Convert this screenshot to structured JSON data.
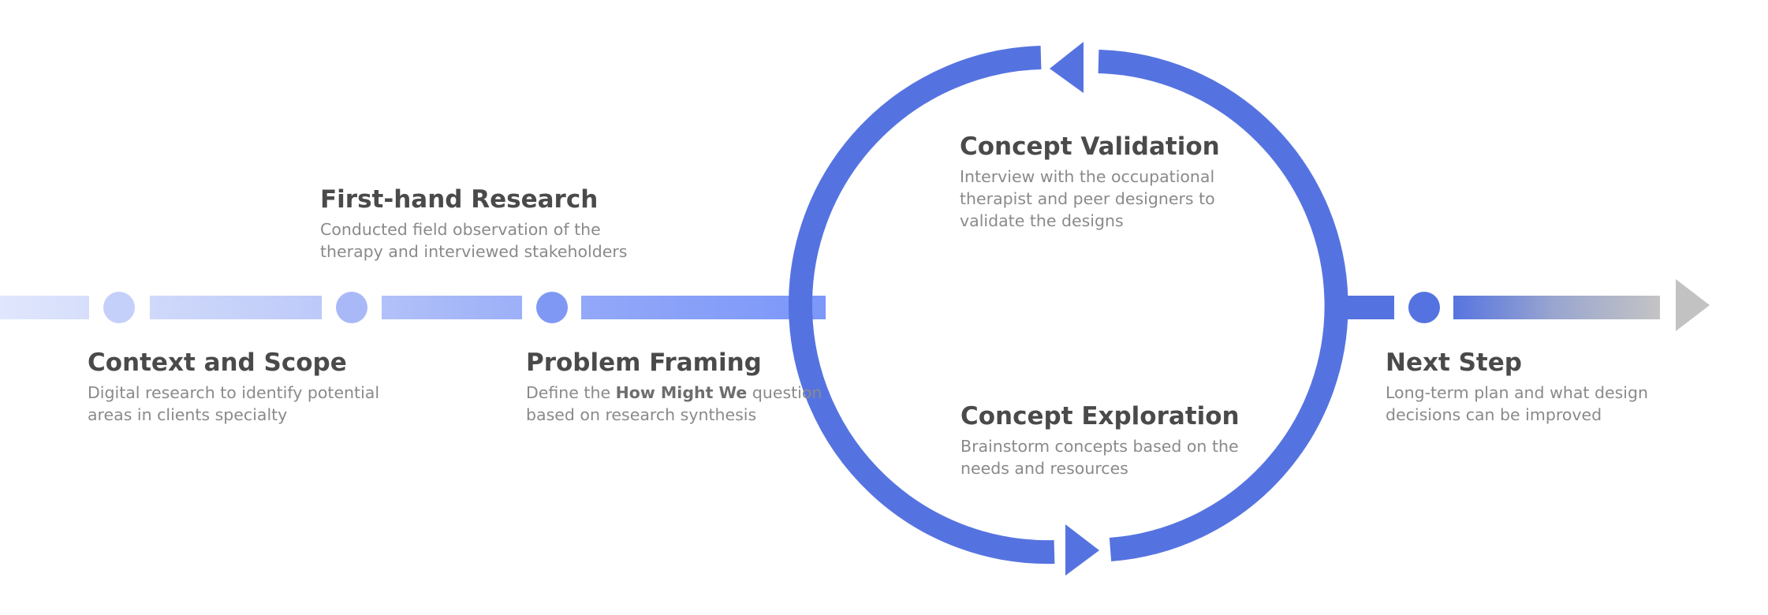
{
  "colors": {
    "accent": "#5573e0",
    "heading": "#4a4a4a",
    "body_text": "#8a8a8a",
    "end_arrow": "#c2c2c2"
  },
  "stages": {
    "context": {
      "title": "Context and Scope",
      "desc_line1": "Digital research to identify potential",
      "desc_line2": "areas in clients specialty"
    },
    "research": {
      "title": "First-hand Research",
      "desc_line1": "Conducted field observation of the",
      "desc_line2": "therapy and interviewed stakeholders"
    },
    "framing": {
      "title": "Problem Framing",
      "desc_pre": "Define the ",
      "desc_em": "How Might We",
      "desc_post": " question",
      "desc_line2": "based on research synthesis"
    },
    "validation": {
      "title": "Concept Validation",
      "desc_line1": "Interview with the occupational",
      "desc_line2": "therapist and peer designers to",
      "desc_line3": "validate the designs"
    },
    "exploration": {
      "title": "Concept Exploration",
      "desc_line1": "Brainstorm concepts based on the",
      "desc_line2": "needs and resources"
    },
    "next": {
      "title": "Next Step",
      "desc_line1": "Long-term plan and what design",
      "desc_line2": "decisions can be improved"
    }
  }
}
